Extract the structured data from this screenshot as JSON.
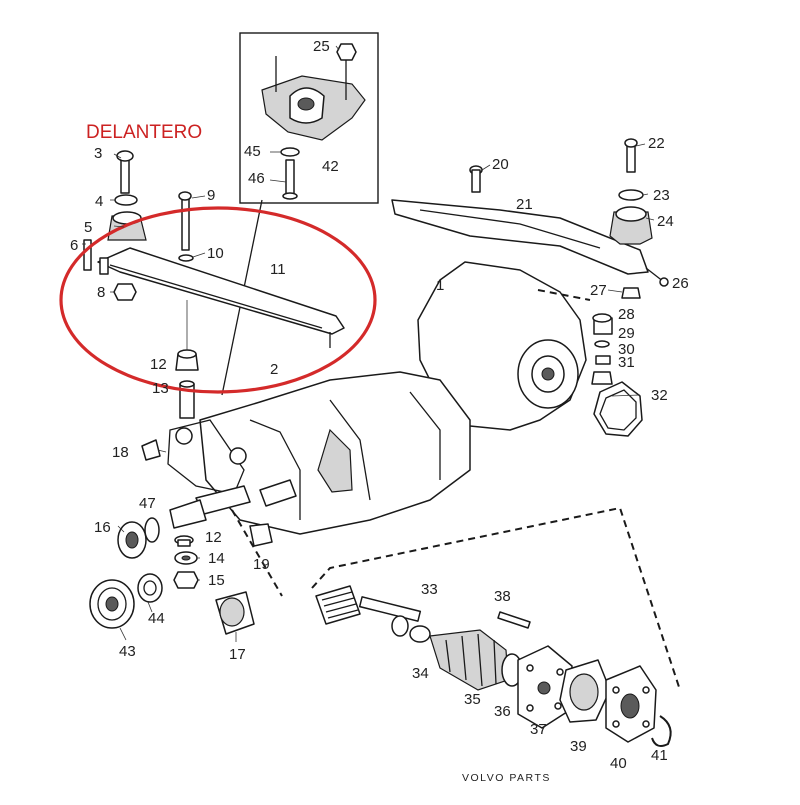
{
  "heading": {
    "text": "DELANTERO",
    "color": "#cc2222"
  },
  "highlight": {
    "color": "#d42a2a",
    "label": "front-crossmember-area"
  },
  "footer": {
    "text": "VOLVO PARTS"
  },
  "callouts": {
    "n1": "1",
    "n2": "2",
    "n3": "3",
    "n4": "4",
    "n5": "5",
    "n6": "6",
    "n8": "8",
    "n9": "9",
    "n10": "10",
    "n11": "11",
    "n12a": "12",
    "n12b": "12",
    "n13": "13",
    "n14": "14",
    "n15": "15",
    "n16": "16",
    "n17": "17",
    "n18": "18",
    "n19": "19",
    "n20": "20",
    "n21": "21",
    "n22": "22",
    "n23": "23",
    "n24": "24",
    "n25": "25",
    "n26": "26",
    "n27": "27",
    "n28": "28",
    "n29": "29",
    "n30": "30",
    "n31": "31",
    "n32": "32",
    "n33": "33",
    "n34": "34",
    "n35": "35",
    "n36": "36",
    "n37": "37",
    "n38": "38",
    "n39": "39",
    "n40": "40",
    "n41": "41",
    "n42": "42",
    "n43": "43",
    "n44": "44",
    "n45": "45",
    "n46": "46",
    "n47": "47"
  }
}
